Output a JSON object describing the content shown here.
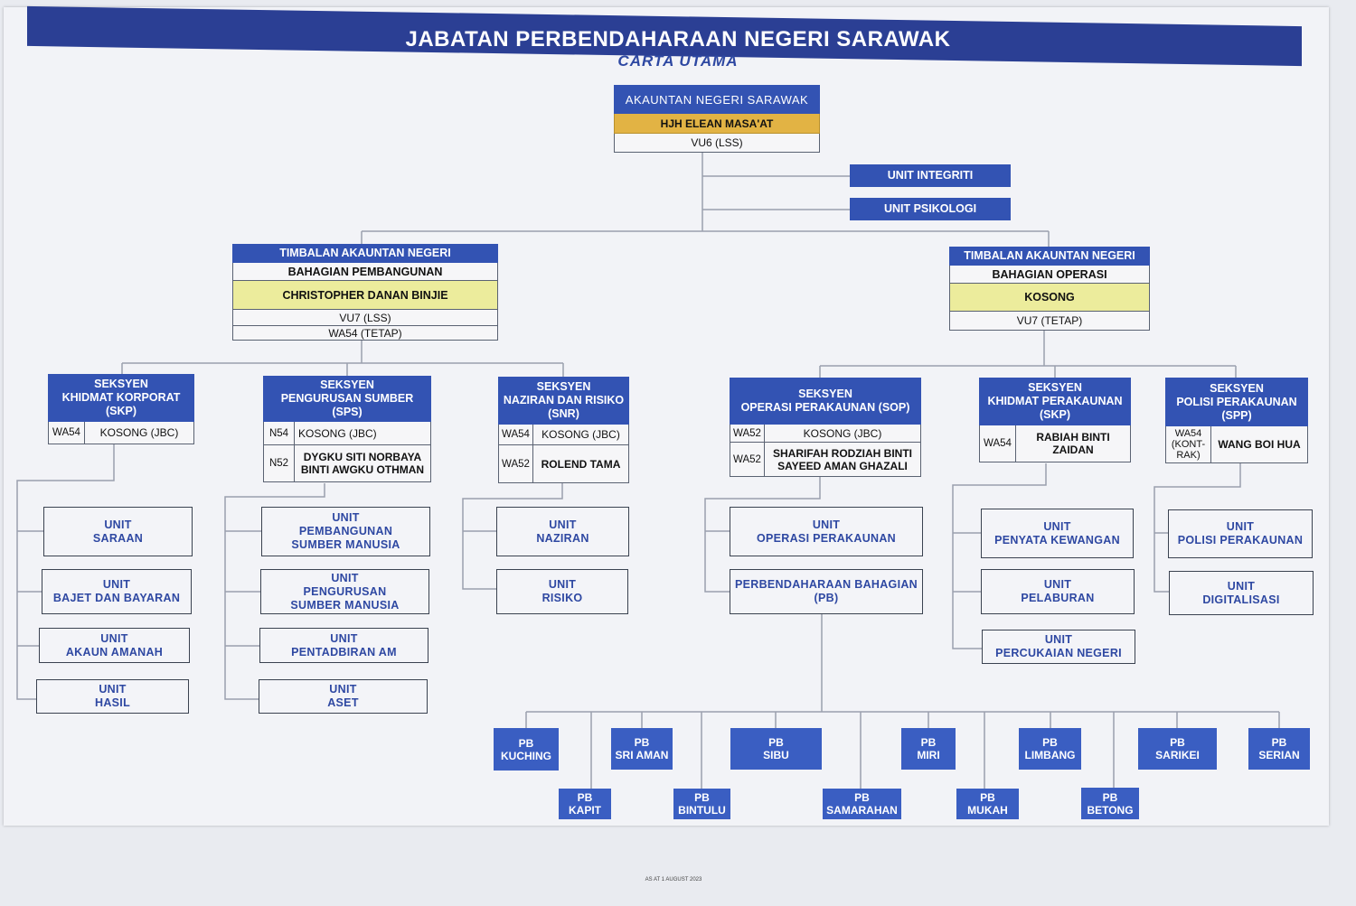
{
  "title": "JABATAN PERBENDAHARAAN NEGERI SARAWAK",
  "subtitle": "CARTA UTAMA",
  "head": {
    "role": "AKAUNTAN NEGERI SARAWAK",
    "name": "HJH ELEAN MASA'AT",
    "grade": "VU6 (LSS)"
  },
  "staff_units": [
    "UNIT INTEGRITI",
    "UNIT PSIKOLOGI"
  ],
  "deputy_left": {
    "role": "TIMBALAN AKAUNTAN NEGERI",
    "division": "BAHAGIAN PEMBANGUNAN",
    "name": "CHRISTOPHER DANAN BINJIE",
    "grade1": "VU7 (LSS)",
    "grade2": "WA54 (TETAP)"
  },
  "deputy_right": {
    "role": "TIMBALAN AKAUNTAN NEGERI",
    "division": "BAHAGIAN OPERASI",
    "name": "KOSONG",
    "grade1": "VU7 (TETAP)"
  },
  "sections": [
    {
      "header": "SEKSYEN\nKHIDMAT KORPORAT\n(SKP)",
      "rows": [
        {
          "grade": "WA54",
          "name": "KOSONG (JBC)"
        }
      ]
    },
    {
      "header": "SEKSYEN\nPENGURUSAN SUMBER\n(SPS)",
      "rows": [
        {
          "grade": "N54",
          "name": "KOSONG (JBC)"
        },
        {
          "grade": "N52",
          "name": "DYGKU SITI NORBAYA\nBINTI AWGKU OTHMAN"
        }
      ]
    },
    {
      "header": "SEKSYEN\nNAZIRAN DAN RISIKO\n(SNR)",
      "rows": [
        {
          "grade": "WA54",
          "name": "KOSONG (JBC)"
        },
        {
          "grade": "WA52",
          "name": "ROLEND TAMA"
        }
      ]
    },
    {
      "header": "SEKSYEN\nOPERASI PERAKAUNAN (SOP)",
      "rows": [
        {
          "grade": "WA52",
          "name": "KOSONG (JBC)"
        },
        {
          "grade": "WA52",
          "name": "SHARIFAH RODZIAH BINTI\nSAYEED AMAN GHAZALI"
        }
      ]
    },
    {
      "header": "SEKSYEN\nKHIDMAT PERAKAUNAN\n(SKP)",
      "rows": [
        {
          "grade": "WA54",
          "name": "RABIAH BINTI ZAIDAN"
        }
      ]
    },
    {
      "header": "SEKSYEN\nPOLISI PERAKAUNAN\n(SPP)",
      "rows": [
        {
          "grade": "WA54\n(KONT-\nRAK)",
          "name": "WANG BOI HUA"
        }
      ]
    }
  ],
  "units": {
    "skp": [
      "UNIT\nSARAAN",
      "UNIT\nBAJET DAN BAYARAN",
      "UNIT\nAKAUN AMANAH",
      "UNIT\nHASIL"
    ],
    "sps": [
      "UNIT\nPEMBANGUNAN\nSUMBER MANUSIA",
      "UNIT\nPENGURUSAN\nSUMBER MANUSIA",
      "UNIT\nPENTADBIRAN AM",
      "UNIT\nASET"
    ],
    "snr": [
      "UNIT\nNAZIRAN",
      "UNIT\nRISIKO"
    ],
    "sop": [
      "UNIT\nOPERASI PERAKAUNAN",
      "PERBENDAHARAAN BAHAGIAN\n(PB)"
    ],
    "skp2": [
      "UNIT\nPENYATA KEWANGAN",
      "UNIT\nPELABURAN",
      "UNIT\nPERCUKAIAN NEGERI"
    ],
    "spp": [
      "UNIT\nPOLISI PERAKAUNAN",
      "UNIT\nDIGITALISASI"
    ]
  },
  "pb_top": [
    "PB\nKUCHING",
    "PB\nSRI AMAN",
    "PB\nSIBU",
    "PB\nMIRI",
    "PB\nLIMBANG",
    "PB\nSARIKEI",
    "PB\nSERIAN"
  ],
  "pb_bottom": [
    "PB\nKAPIT",
    "PB\nBINTULU",
    "PB\nSAMARAHAN",
    "PB\nMUKAH",
    "PB\nBETONG"
  ],
  "footer": "AS AT 1 AUGUST 2023",
  "colors": {
    "header_blue": "#3353b3",
    "title_band": "#2b3f94",
    "name_yellow": "#ecec9c",
    "head_gold": "#e2b344"
  }
}
